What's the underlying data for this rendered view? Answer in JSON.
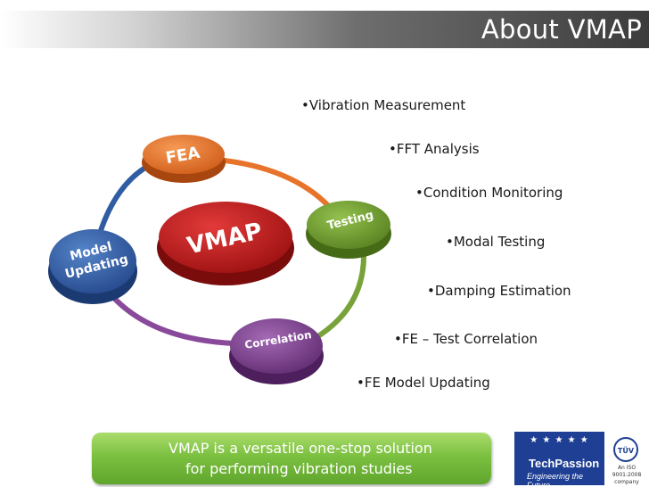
{
  "slide": {
    "title": "About VMAP",
    "bullets": [
      "•Vibration Measurement",
      "•FFT Analysis",
      "•Condition Monitoring",
      "•Modal Testing",
      "•Damping Estimation",
      "•FE – Test Correlation",
      "•FE Model Updating"
    ]
  },
  "cycle": {
    "center": "VMAP",
    "nodes": {
      "fea": "FEA",
      "testing": "Testing",
      "correlation": "Correlation",
      "model_updating_line1": "Model",
      "model_updating_line2": "Updating"
    }
  },
  "footer": {
    "line1": "VMAP is a versatile one-stop solution",
    "line2": "for performing vibration studies"
  },
  "logo": {
    "name": "TechPassion",
    "tagline": "Engineering  the  Future",
    "stars": "★ ★ ★ ★ ★",
    "cert_badge": "TÜV",
    "cert_text": "An ISO 9001:2008 company"
  },
  "colors": {
    "fea": "#e8732b",
    "testing": "#6e9e2e",
    "correlation": "#7d3f8f",
    "model_updating": "#2e5aa0",
    "vmap": "#c41a1a",
    "footer": "#7cc040",
    "logo": "#1e3f93"
  }
}
